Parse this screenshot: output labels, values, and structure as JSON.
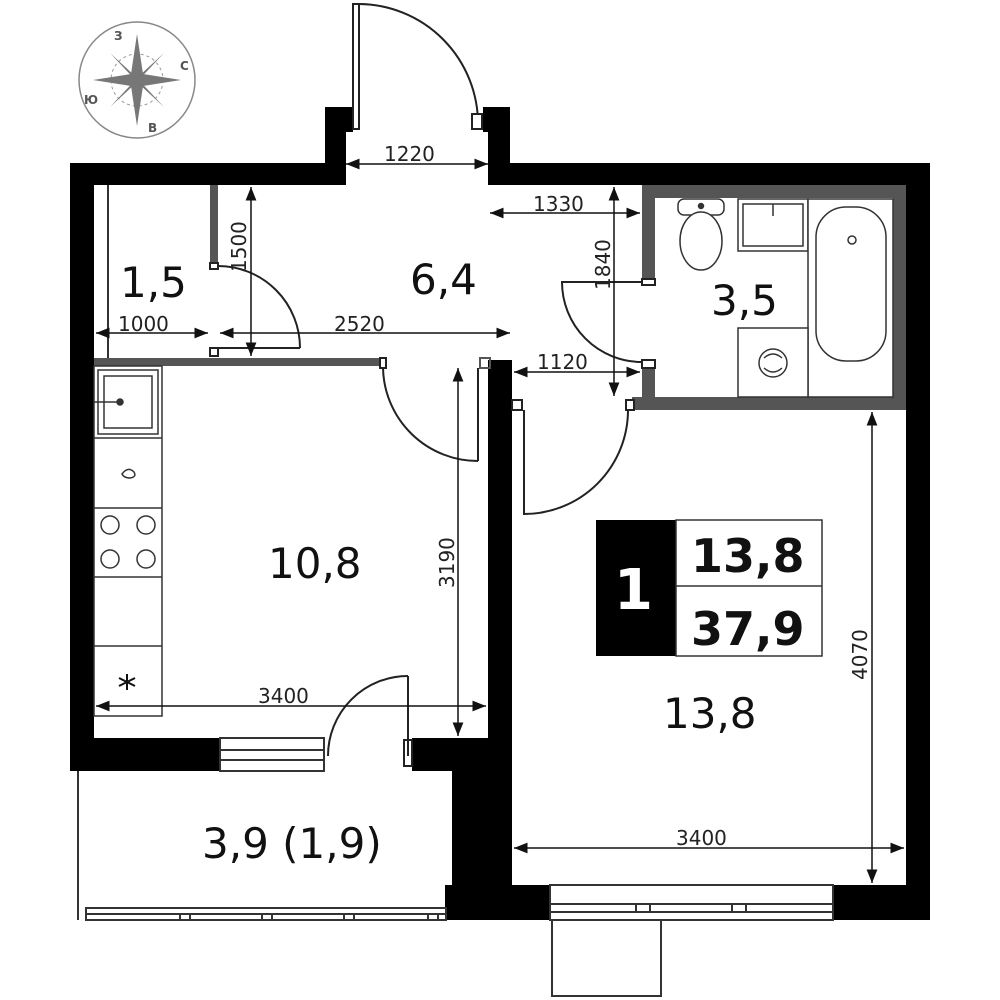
{
  "compass": {
    "north": "С",
    "south": "Ю",
    "east": "В",
    "west": "З"
  },
  "rooms": {
    "storage": "1,5",
    "hall": "6,4",
    "bathroom": "3,5",
    "kitchen": "10,8",
    "living": "13,8",
    "balcony": "3,9 (1,9)"
  },
  "summary": {
    "rooms_count": "1",
    "living_area": "13,8",
    "total_area": "37,9"
  },
  "dimensions": {
    "entry_width": "1220",
    "storage_height": "1500",
    "storage_width": "1000",
    "hall_width": "2520",
    "bath_width": "1330",
    "bath_height": "1840",
    "bath_door": "1120",
    "kitchen_depth": "3190",
    "kitchen_width": "3400",
    "living_depth": "4070",
    "living_width": "3400"
  },
  "colors": {
    "wall": "#000000",
    "partition": "#555555",
    "outline": "#333333"
  }
}
